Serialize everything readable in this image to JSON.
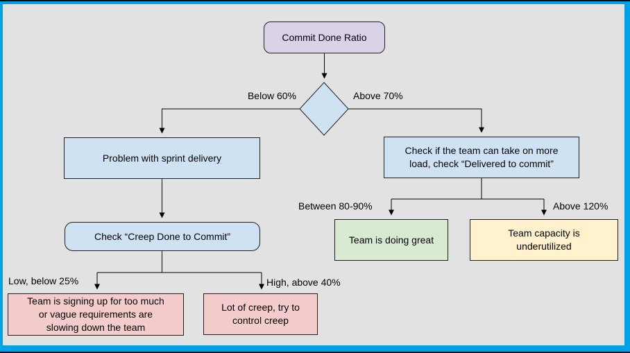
{
  "diagram": {
    "nodes": {
      "root": {
        "label": "Commit Done Ratio",
        "fill": "#d9d2e9",
        "shape": "rounded-rect"
      },
      "decision": {
        "label": "",
        "fill": "#cfe2f3",
        "shape": "diamond"
      },
      "problem": {
        "label": "Problem with sprint delivery",
        "fill": "#cfe2f3",
        "shape": "rect"
      },
      "check_creep": {
        "label": "Check “Creep Done to Commit”",
        "fill": "#cfe2f3",
        "shape": "rounded-rect"
      },
      "signing_up": {
        "label": [
          "Team is signing up for too much",
          "or vague requirements are",
          "slowing down the team"
        ],
        "fill": "#f4cccc",
        "shape": "rect"
      },
      "lot_of_creep": {
        "label": [
          "Lot of creep, try to",
          "control creep"
        ],
        "fill": "#f4cccc",
        "shape": "rect"
      },
      "take_more_load": {
        "label": [
          "Check if the team can take on more",
          "load, check “Delivered to commit”"
        ],
        "fill": "#cfe2f3",
        "shape": "rect"
      },
      "doing_great": {
        "label": "Team is doing great",
        "fill": "#d9ead3",
        "shape": "rect"
      },
      "underutilized": {
        "label": [
          "Team capacity is",
          "underutilized"
        ],
        "fill": "#fff2cc",
        "shape": "rect"
      }
    },
    "edge_labels": {
      "below_60": "Below 60%",
      "above_70": "Above 70%",
      "low_below_25": "Low, below 25%",
      "high_above_40": "High, above 40%",
      "between_80_90": "Between 80-90%",
      "above_120": "Above 120%"
    },
    "colors": {
      "frame_border": "#00a2e3",
      "frame_edge_lines": "#0a0a0a",
      "background": "#e2e2e2",
      "node_border": "#1f1f1f",
      "connector": "#000000",
      "text": "#000000"
    }
  }
}
